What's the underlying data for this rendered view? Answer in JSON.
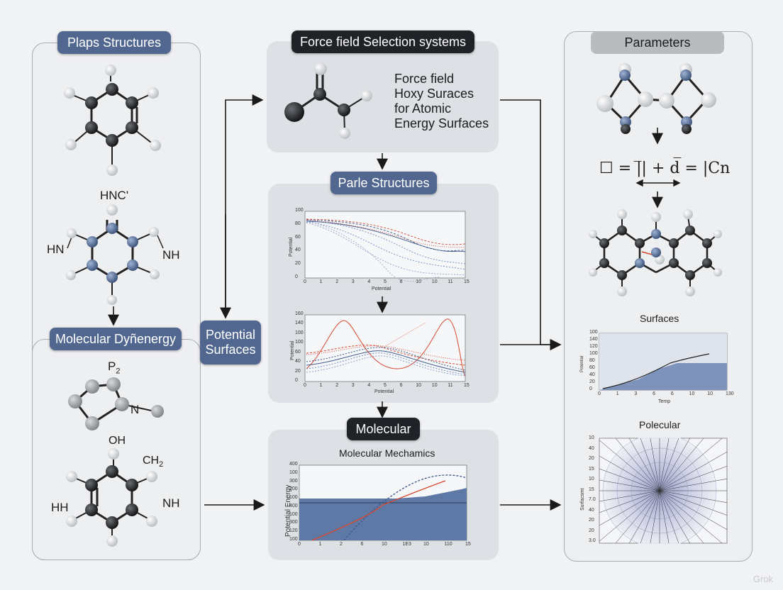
{
  "left_panel": {
    "title": "Plaps Structures",
    "section2_title": "Molecular Dyñenergy",
    "labels": {
      "hnc": "HNC'",
      "hn_left": "HN",
      "nh_right": "NH",
      "p2": "P",
      "p2_sub": "2",
      "n": "N",
      "oh": "OH",
      "ch2": "CH",
      "ch2_sub": "2",
      "hh": "HH",
      "nh_bottom": "NH"
    }
  },
  "potential_surfaces": {
    "line1": "Potential",
    "line2": "Surfaces"
  },
  "center_top": {
    "title": "Force field Selection systems",
    "text_lines": [
      "Force field",
      "Hoxy Suraces",
      "for Atomic",
      "Energy Surfaces"
    ]
  },
  "center_middle": {
    "title": "Parle Structures",
    "chart1": {
      "yticks": [
        "100",
        "80",
        "60",
        "40",
        "20",
        "0"
      ],
      "xticks": [
        "0",
        "1",
        "2",
        "3",
        "4",
        "5",
        "6",
        "10",
        "10",
        "11",
        "15"
      ],
      "ylabel": "Potential",
      "xlabel": "Potential"
    },
    "chart2": {
      "yticks": [
        "160",
        "140",
        "100",
        "100",
        "60",
        "40",
        "20",
        "0"
      ],
      "xticks": [
        "0",
        "1",
        "2",
        "3",
        "4",
        "5",
        "6",
        "10",
        "10",
        "11",
        "15"
      ],
      "ylabel": "Potential",
      "xlabel": "Potential"
    }
  },
  "center_bottom": {
    "pill": "Molecular",
    "title": "Molecular Mechamics",
    "ylabel": "Potential Energy",
    "yticks": [
      "400",
      "100",
      "300",
      "200",
      "100",
      "400",
      "100",
      "300",
      "120",
      "100"
    ],
    "xticks": [
      "0",
      "1",
      "2",
      "6",
      "10",
      "1E3",
      "10",
      "110",
      "15"
    ]
  },
  "right_panel": {
    "title": "Parameters",
    "equation": "☐ = |̅| + d̅ = |Cn",
    "surfaces_label": "Surfaces",
    "surfaces_chart": {
      "yticks": [
        "100",
        "140",
        "120",
        "100",
        "80",
        "60",
        "40",
        "20",
        "0"
      ],
      "xticks": [
        "0",
        "1",
        "3",
        "6",
        "6",
        "10",
        "10",
        "130"
      ],
      "xlabel": "Temp",
      "ylabel": "Potential"
    },
    "polecular_label": "Polecular",
    "polecular_chart": {
      "yticks": [
        "10",
        "40",
        "20",
        "15",
        "10",
        "15",
        "7.0",
        "40",
        "20",
        "20",
        "3.0"
      ],
      "ylabel": "Surfacsmt"
    }
  },
  "colors": {
    "blue_pill": "#51678f",
    "dark_pill": "#1f2227",
    "fill_blue": "#5e79a6",
    "red": "#d9482f"
  },
  "watermark": "Grok"
}
